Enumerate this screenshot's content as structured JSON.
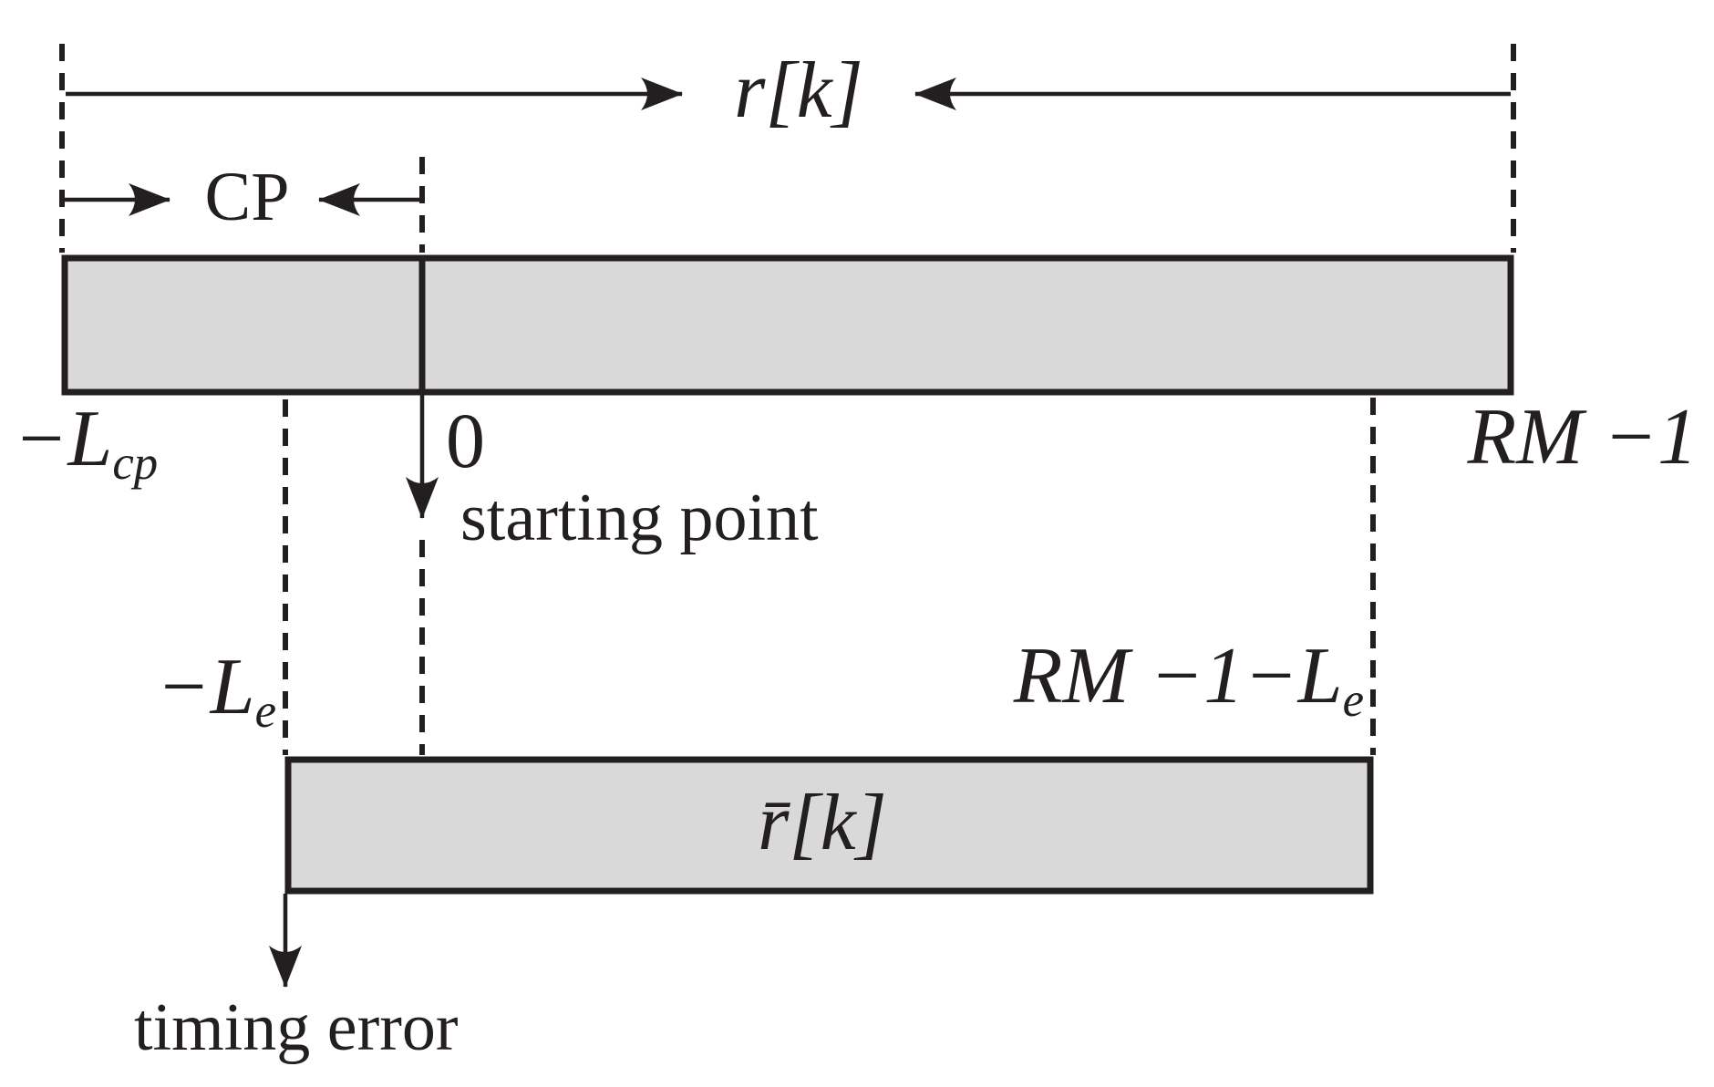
{
  "figure": {
    "labels": {
      "signal": "r[k]",
      "cp": "CP",
      "neg_lcp": {
        "main": "−L",
        "sub": "cp"
      },
      "zero": "0",
      "rm_minus_1": "RM −1",
      "starting_point": "starting point",
      "neg_le": {
        "main": "−L",
        "sub": "e"
      },
      "rm_minus_1_minus_le": {
        "main": "RM −1−L",
        "sub": "e"
      },
      "rbar": {
        "base": "r̄",
        "rest": "[k]"
      },
      "timing_error": "timing error"
    }
  },
  "colors": {
    "ink": "#231f20",
    "bar_fill": "#d9d9d9",
    "background": "#ffffff"
  }
}
